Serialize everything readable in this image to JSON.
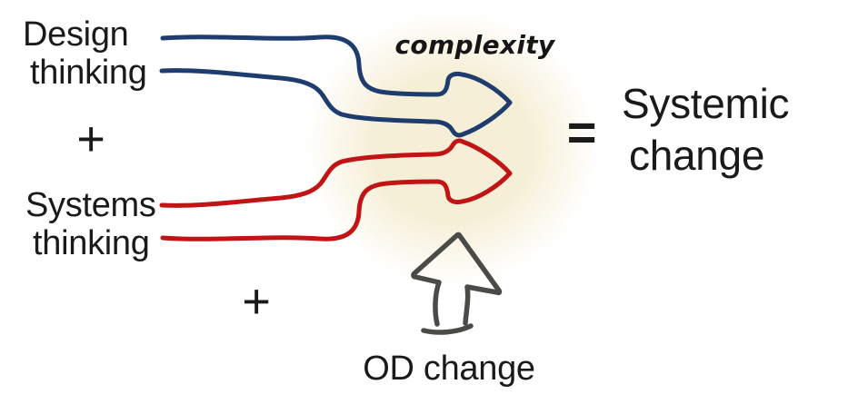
{
  "colors": {
    "background": "#ffffff",
    "text": "#1a1a1a",
    "design_arrow_blue": "#1e3c6e",
    "systems_arrow_red": "#c11414",
    "od_arrow_gray": "#4a4a47",
    "complexity_glow": "#f5edd3"
  },
  "labels": {
    "design_thinking": {
      "line1": "Design",
      "line2": "thinking"
    },
    "plus_top": "+",
    "systems_thinking": {
      "line1": "Systems",
      "line2": "thinking"
    },
    "plus_bottom": "+",
    "complexity": "complexity",
    "equals": "=",
    "systemic_change": {
      "line1": "Systemic",
      "line2": "change"
    },
    "od_change": "OD change"
  }
}
